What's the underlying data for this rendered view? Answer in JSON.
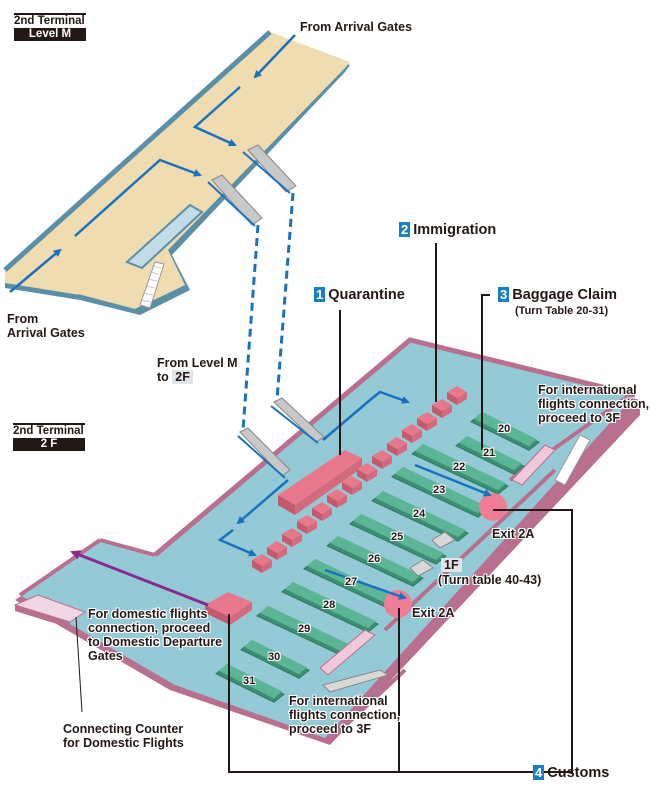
{
  "levels": {
    "mezzanine": {
      "terminal": "2nd Terminal",
      "level": "Level M"
    },
    "second_floor": {
      "terminal": "2nd Terminal",
      "level": "2 F"
    }
  },
  "labels": {
    "from_arrival_top": "From Arrival Gates",
    "from_arrival_left_1": "From",
    "from_arrival_left_2": "Arrival Gates",
    "from_level_m_1": "From Level M",
    "from_level_m_2": "to",
    "from_level_m_3": "2F",
    "intl_top_1": "For international",
    "intl_top_2": "flights connection,",
    "intl_top_3": "proceed to 3F",
    "intl_bottom_1": "For international",
    "intl_bottom_2": "flights connection,",
    "intl_bottom_3": "proceed to 3F",
    "domestic_1": "For domestic flights",
    "domestic_2": "connection, proceed",
    "domestic_3": "to Domestic Departure",
    "domestic_4": "Gates",
    "counter_1": "Connecting Counter",
    "counter_2": "for Domestic Flights",
    "exit_upper": "Exit 2A",
    "exit_lower": "Exit 2A",
    "floor_1f": "1F",
    "turntable_1f": "(Turn table 40-43)"
  },
  "steps": [
    {
      "number": "1",
      "name": "Quarantine"
    },
    {
      "number": "2",
      "name": "Immigration"
    },
    {
      "number": "3",
      "name": "Baggage Claim",
      "note": "(Turn Table 20-31)"
    },
    {
      "number": "4",
      "name": "Customs"
    }
  ],
  "turntables": [
    "20",
    "21",
    "22",
    "23",
    "24",
    "25",
    "26",
    "27",
    "28",
    "29",
    "30",
    "31"
  ],
  "colors": {
    "level_m_floor": "#efdcb0",
    "level_m_wall": "#5b8fa8",
    "floor_2f": "#94cad6",
    "wall_2f": "#b96f8e",
    "booth": "#e8798c",
    "turntable": "#4fa889",
    "route": "#1a72bf",
    "domestic_route": "#8b2a8e",
    "step_badge": "#1a7fc1"
  }
}
